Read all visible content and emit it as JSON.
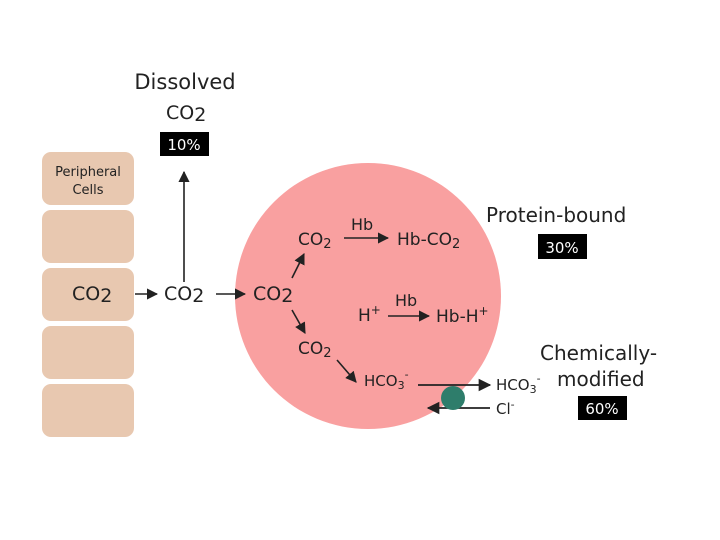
{
  "dissolved": {
    "label": "Dissolved",
    "molecule": "CO",
    "molecule_sub": "2",
    "percent": "10%"
  },
  "cells": {
    "label_line1": "Peripheral",
    "label_line2": "Cells",
    "co2": "CO",
    "co2_sub": "2"
  },
  "transport": {
    "plasma_co2": "CO",
    "plasma_co2_sub": "2",
    "rbc_co2": "CO",
    "rbc_co2_sub": "2"
  },
  "rbc": {
    "co2_upper": "CO",
    "co2_upper_sub": "2",
    "hb_upper": "Hb",
    "hbco2": "Hb-CO",
    "hbco2_sub": "2",
    "hplus": "H",
    "hplus_sup": "+",
    "hb_lower": "Hb",
    "hbh": "Hb-H",
    "hbh_sup": "+",
    "co2_lower": "CO",
    "co2_lower_sub": "2",
    "hco3_inside": "HCO",
    "hco3_inside_sub": "3",
    "hco3_inside_sup": "-"
  },
  "exchanger": {
    "hco3_out": "HCO",
    "hco3_out_sub": "3",
    "hco3_out_sup": "-",
    "cl": "Cl",
    "cl_sup": "-"
  },
  "protein_bound": {
    "label": "Protein-bound",
    "percent": "30%"
  },
  "chemically_modified": {
    "label_line1": "Chemically-",
    "label_line2": "modified",
    "percent": "60%"
  },
  "colors": {
    "cell_fill": "#e8c8b0",
    "rbc_fill": "#f9a0a0",
    "exchanger_fill": "#2e7d6b",
    "badge_fill": "#000000",
    "arrow": "#222222"
  }
}
